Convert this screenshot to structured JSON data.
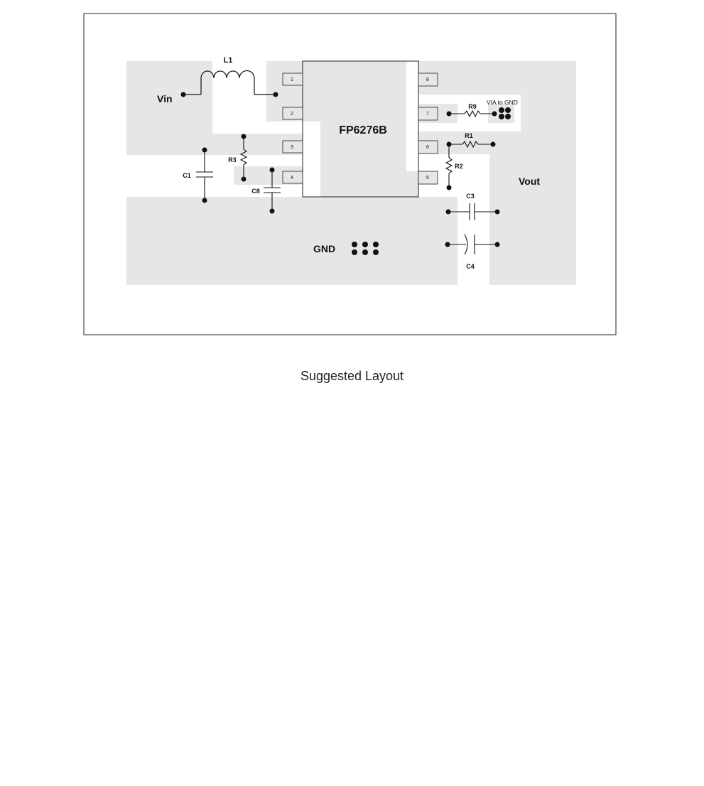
{
  "ic": {
    "name": "FP6276B",
    "pins": [
      "1",
      "2",
      "3",
      "4",
      "5",
      "6",
      "7",
      "8"
    ]
  },
  "nets": {
    "vin": "Vin",
    "vout": "Vout",
    "gnd": "GND",
    "via": "VIA to GND"
  },
  "components": {
    "inductor": "L1",
    "r1": "R1",
    "r2": "R2",
    "r3": "R3",
    "r9": "R9",
    "c1": "C1",
    "c3": "C3",
    "c4": "C4",
    "c8": "C8"
  },
  "caption": "Suggested Layout",
  "colors": {
    "copper": "#e6e6e6",
    "line": "#111111",
    "border": "#222222"
  }
}
